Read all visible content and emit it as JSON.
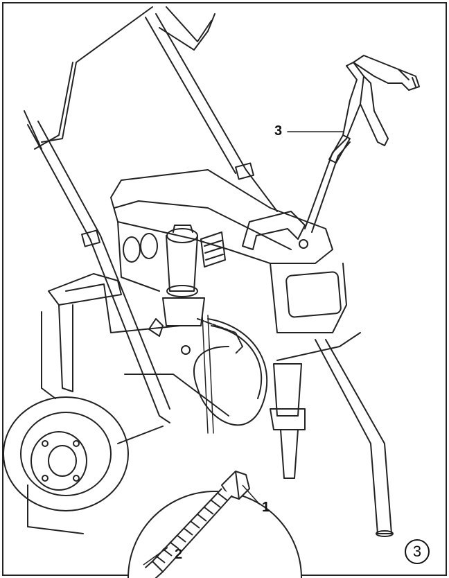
{
  "callouts": [
    {
      "id": "1",
      "label": "1"
    },
    {
      "id": "2",
      "label": "2"
    },
    {
      "id": "3",
      "label": "3"
    }
  ],
  "figure_number": "3",
  "icons": [
    "paint-sprayer-illustration",
    "spray-gun-icon",
    "hose-fitting-detail-icon",
    "wheel-icon"
  ]
}
